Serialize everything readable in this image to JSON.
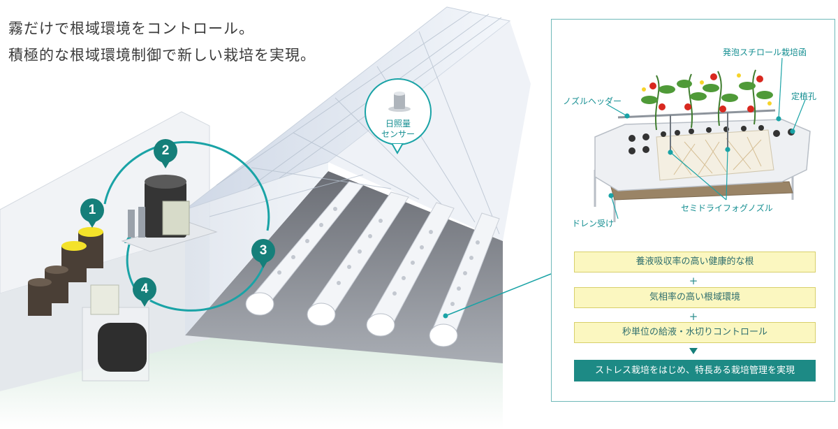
{
  "headline": {
    "line1": "霧だけで根域環境をコントロール。",
    "line2": "積極的な根域環境制御で新しい栽培を実現。"
  },
  "sensor": {
    "line1": "日照量",
    "line2": "センサー",
    "icon": "light-sensor-icon"
  },
  "steps": [
    "1",
    "2",
    "3",
    "4"
  ],
  "detail": {
    "callouts": {
      "box": "発泡スチロール栽培函",
      "header": "ノズルヘッダー",
      "hole": "定植孔",
      "nozzle": "セミドライフォグノズル",
      "drain": "ドレン受け"
    },
    "features": [
      "養液吸収率の高い健康的な根",
      "気相率の高い根域環境",
      "秒単位の給液・水切りコントロール"
    ],
    "plus": "+",
    "result": "ストレス栽培をはじめ、特長ある栽培管理を実現"
  },
  "colors": {
    "accent": "#157f7a",
    "line": "#1aa3a6",
    "highlight": "#fbf7c0",
    "result_bg": "#1d8a85"
  }
}
